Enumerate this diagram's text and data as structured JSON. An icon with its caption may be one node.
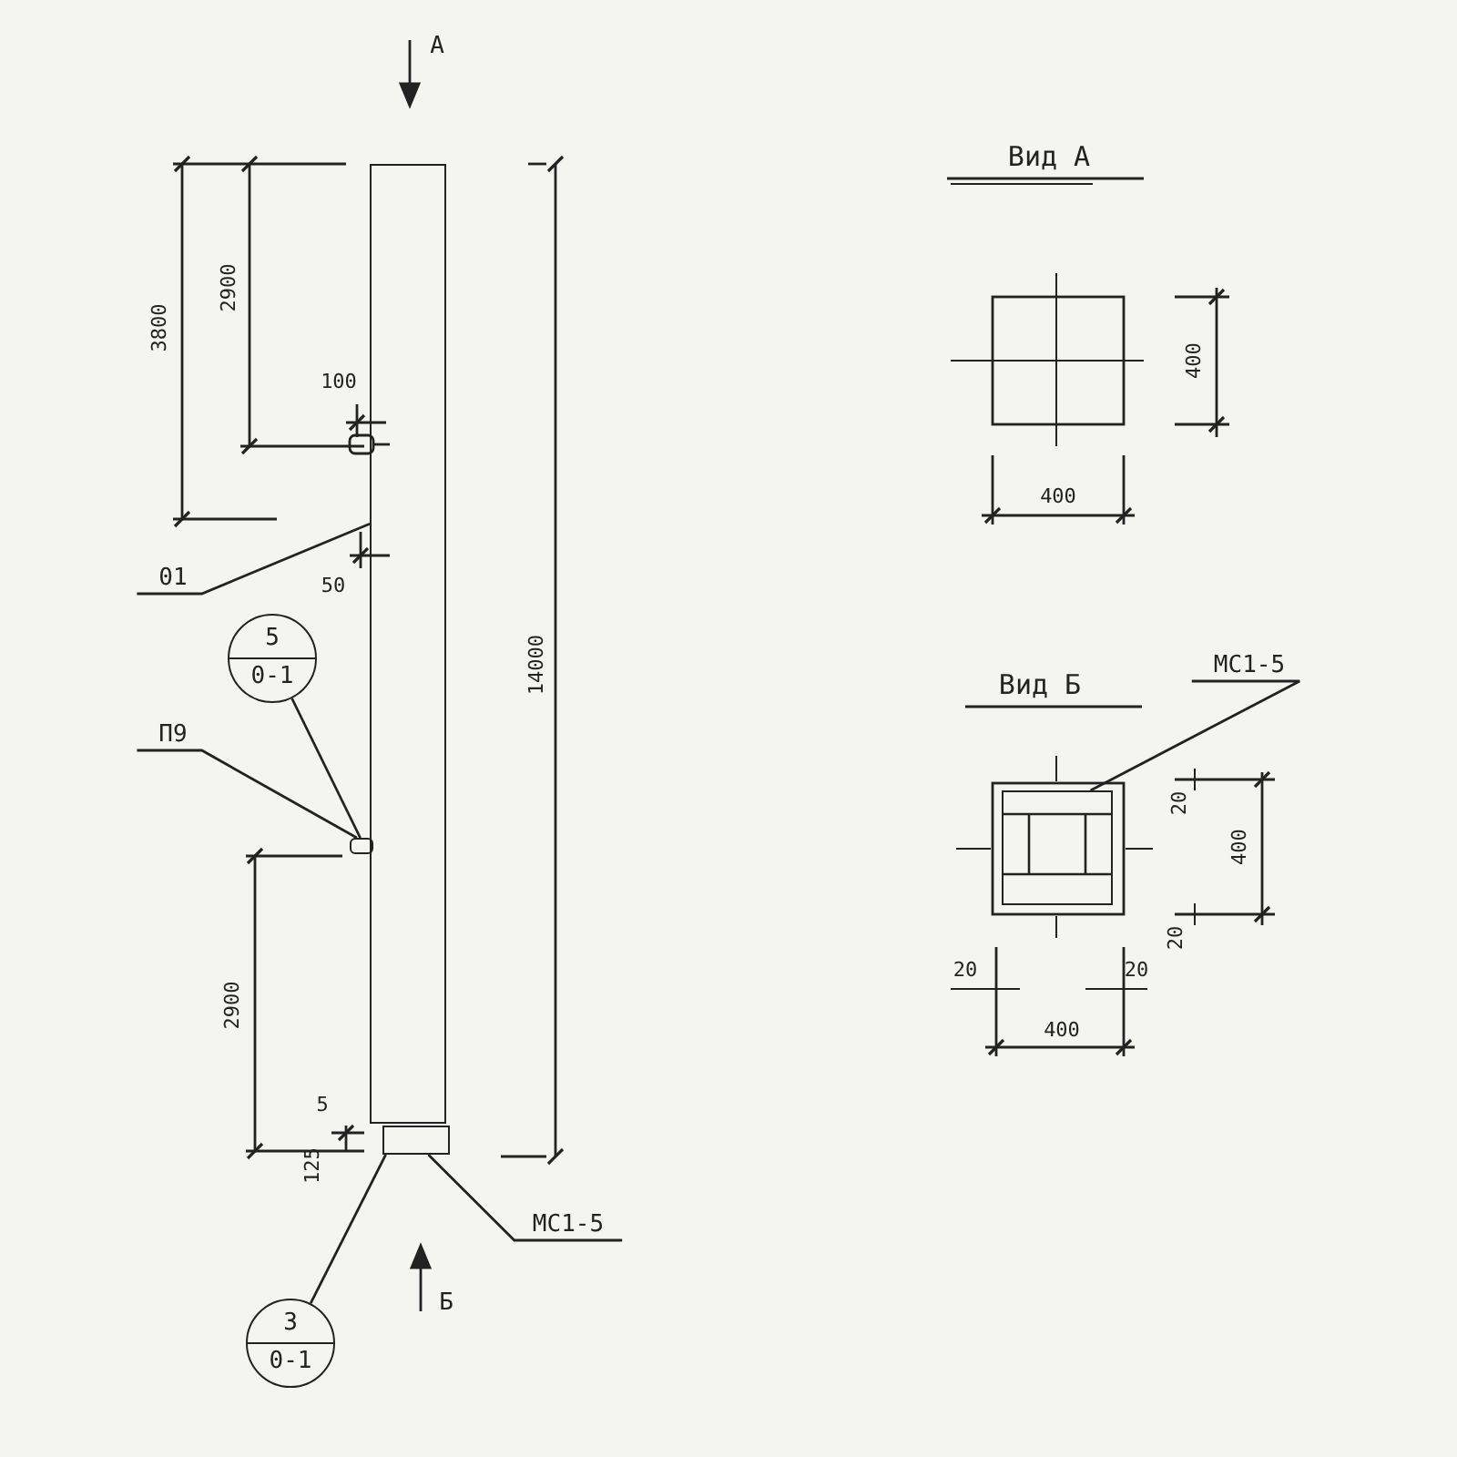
{
  "diagram": {
    "nodes": [
      {
        "text": [],
        "shape": "box"
      },
      {
        "text": [],
        "shape": "box"
      },
      {
        "text": [],
        "shape": "box"
      },
      {
        "text": [
          "01"
        ]
      },
      {
        "text": [
          "5",
          "0-1"
        ]
      },
      {
        "text": [
          "П9"
        ]
      },
      {
        "text": [
          "3",
          "0-1"
        ]
      },
      {
        "text": [
          "МС1-5"
        ]
      },
      {
        "text": [],
        "shape": "box"
      },
      {
        "text": [
          "МС1-5"
        ]
      }
    ],
    "edges": [
      {
        "from": 3,
        "to": 0,
        "arrow": "none"
      },
      {
        "from": 4,
        "to": 1,
        "arrow": "none"
      },
      {
        "from": 5,
        "to": 1,
        "arrow": "none"
      },
      {
        "from": 6,
        "to": 2,
        "arrow": "none"
      },
      {
        "from": 7,
        "to": 2,
        "arrow": "none"
      },
      {
        "from": 9,
        "to": 8,
        "arrow": "none"
      }
    ],
    "labels": [
      "А",
      "3800",
      "2900",
      "100",
      "50",
      "14000",
      "2900",
      "5",
      "125",
      "Б",
      "Вид А",
      "400",
      "400",
      "Вид Б",
      "20",
      "400",
      "20",
      "20",
      "20",
      "400"
    ]
  }
}
